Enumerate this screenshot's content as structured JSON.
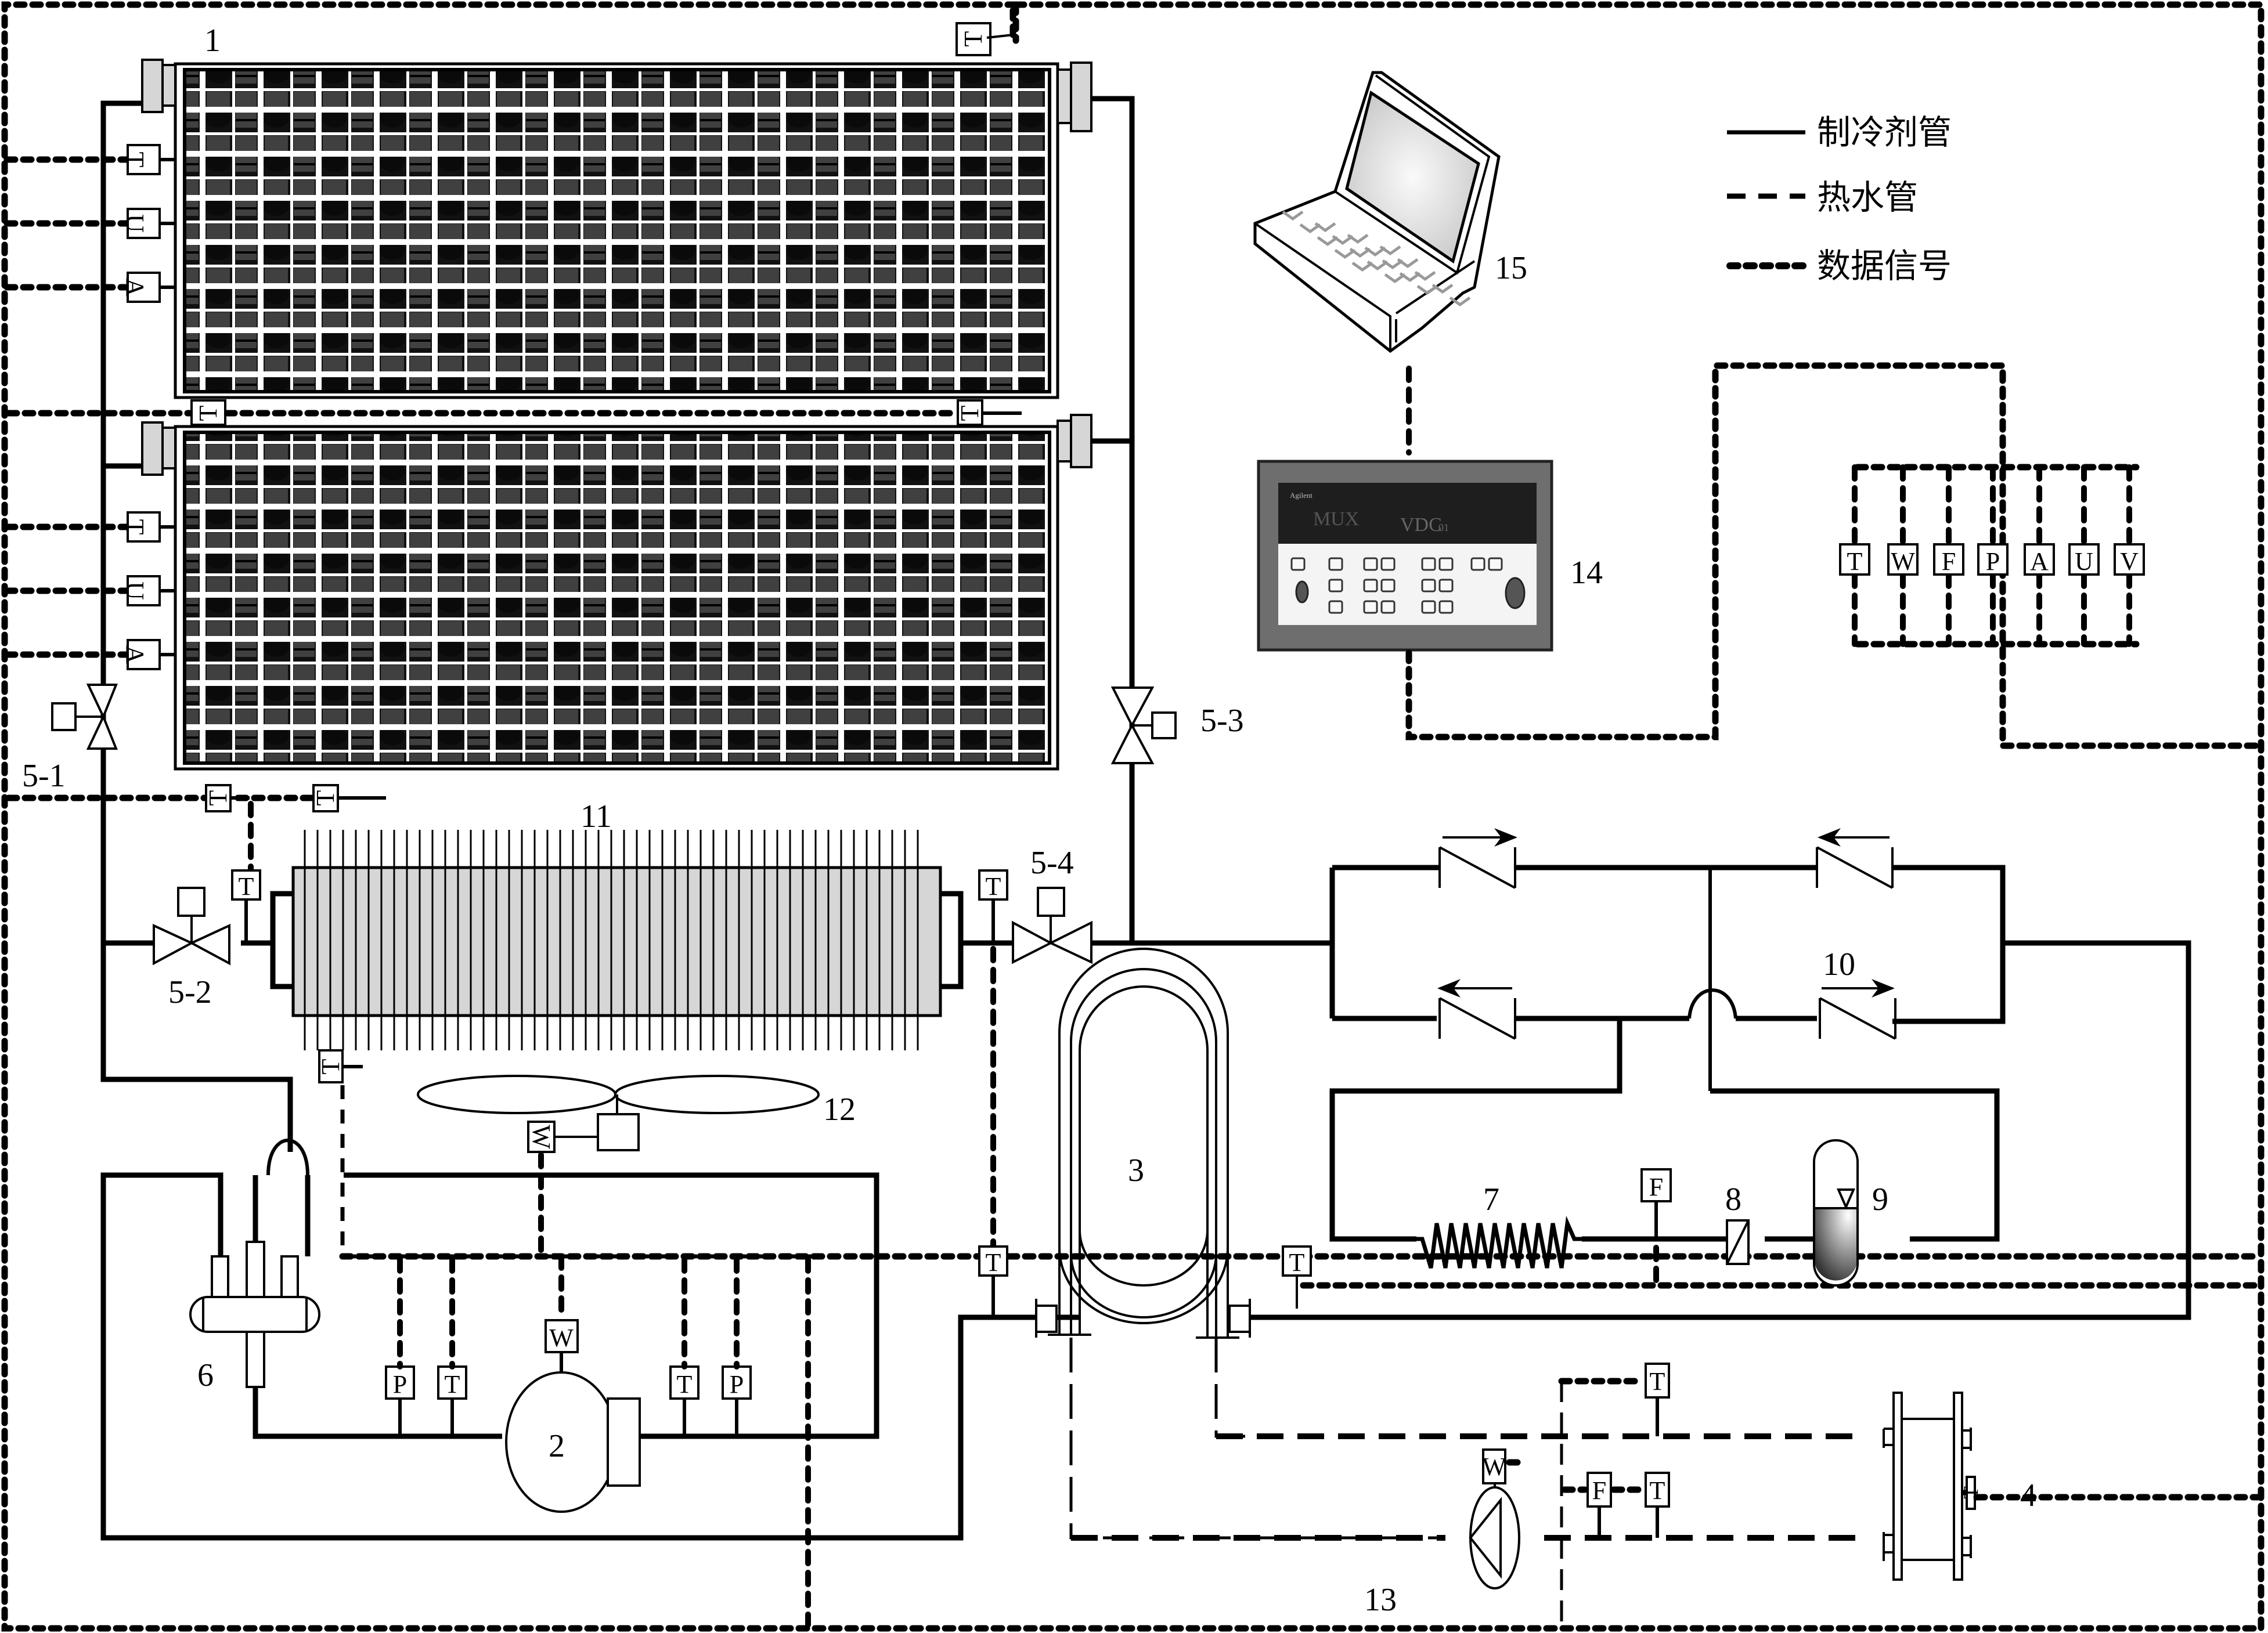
{
  "legend": {
    "items": [
      {
        "style": "solid",
        "label": "制冷剂管"
      },
      {
        "style": "dashed",
        "label": "热水管"
      },
      {
        "style": "dotted",
        "label": "数据信号"
      }
    ]
  },
  "components": {
    "pv_panel": "1",
    "compressor": "2",
    "coil_exchanger": "3",
    "water_tank": "4",
    "valve_5_1": "5-1",
    "valve_5_2": "5-2",
    "valve_5_3": "5-3",
    "valve_5_4": "5-4",
    "four_way": "6",
    "expansion": "7",
    "filter": "8",
    "receiver": "9",
    "check_valves": "10",
    "condenser": "11",
    "fan": "12",
    "pump": "13",
    "data_logger": "14",
    "computer": "15"
  },
  "sensors": {
    "T": "T",
    "U": "U",
    "A": "A",
    "W": "W",
    "F": "F",
    "P": "P",
    "V": "V"
  },
  "sensor_bank": [
    "T",
    "W",
    "F",
    "P",
    "A",
    "U",
    "V"
  ],
  "logger_display": {
    "brand": "Agilent",
    "left": "MUX",
    "right": "VDC",
    "channel": "01"
  },
  "colors": {
    "panel_dark": "#111111",
    "panel_cell": "#404040",
    "panel_grid": "#ffffff",
    "fin_fill": "#d6d6d6",
    "logger_body": "#6e6e6e"
  }
}
